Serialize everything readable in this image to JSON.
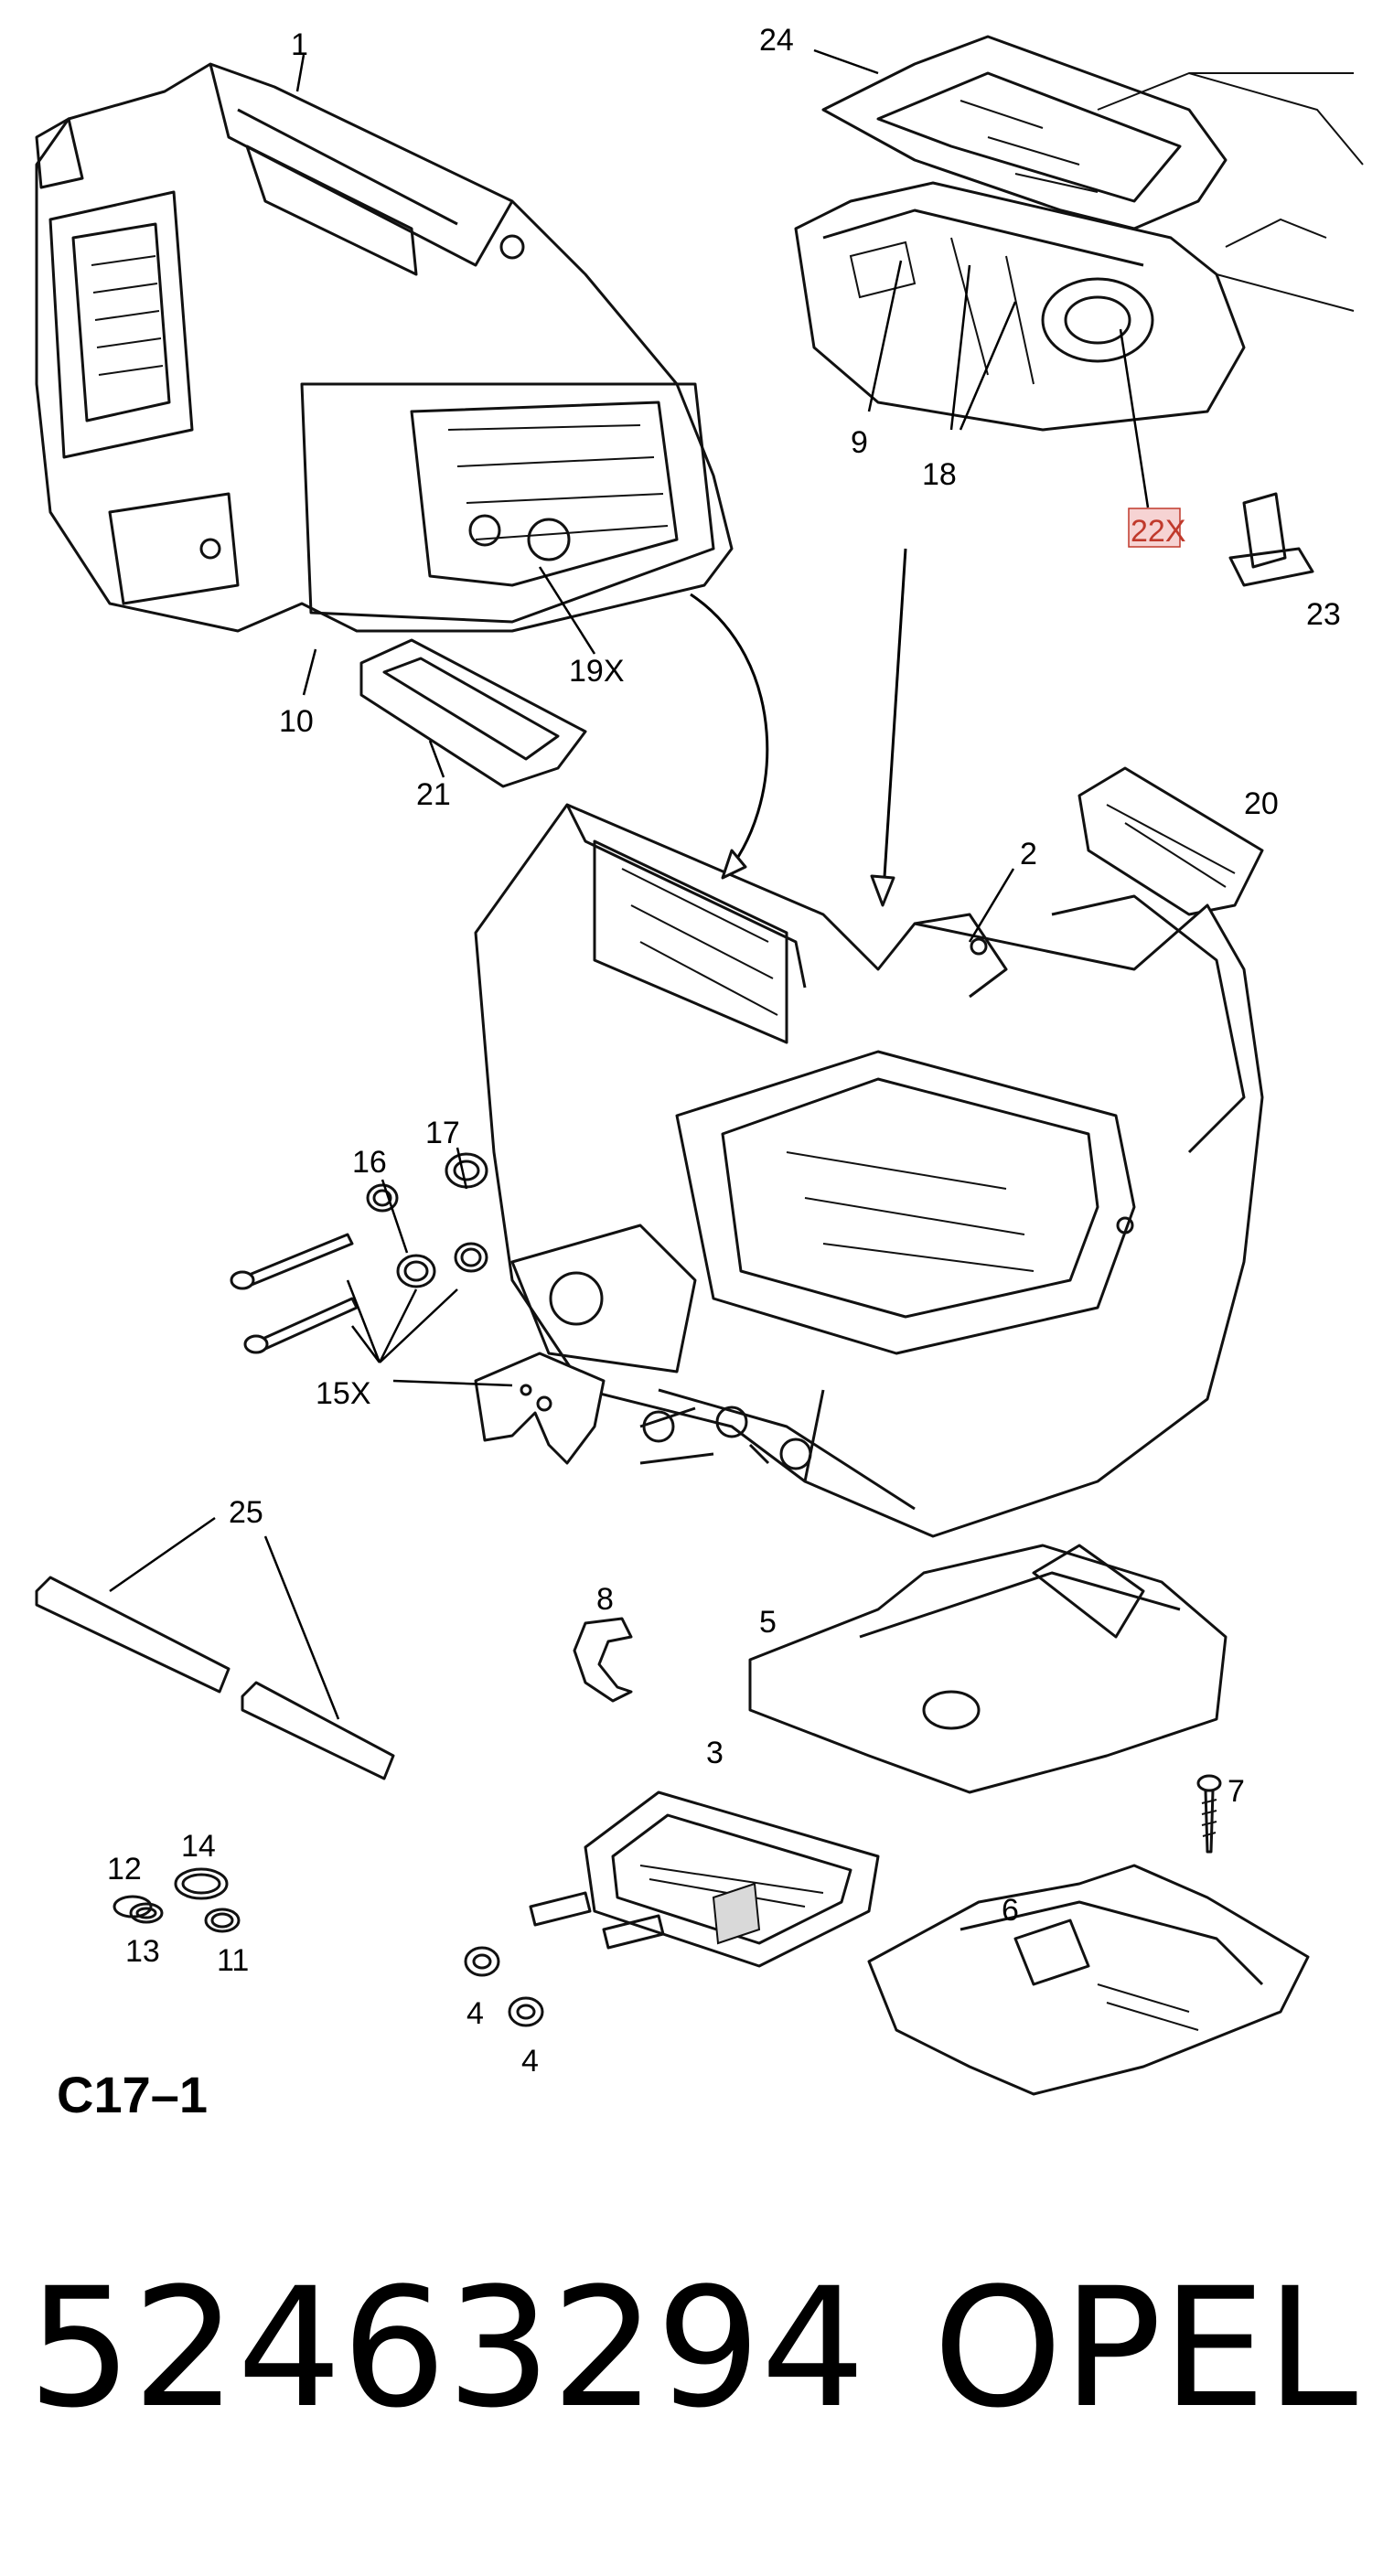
{
  "callouts": {
    "c1": "1",
    "c24": "24",
    "c9": "9",
    "c18": "18",
    "c22x": "22X",
    "c23": "23",
    "c19x": "19X",
    "c10": "10",
    "c21": "21",
    "c20": "20",
    "c2": "2",
    "c17": "17",
    "c16": "16",
    "c15x": "15X",
    "c25": "25",
    "c8": "8",
    "c5": "5",
    "c3": "3",
    "c7": "7",
    "c14": "14",
    "c12": "12",
    "c13": "13",
    "c11": "11",
    "c6": "6",
    "c4a": "4",
    "c4b": "4"
  },
  "sheet_label": "C17–1",
  "part_number": "52463294",
  "brand": "OPEL",
  "colors": {
    "highlight_fill": "#f6d3d3",
    "highlight_stroke": "#c0392b"
  }
}
